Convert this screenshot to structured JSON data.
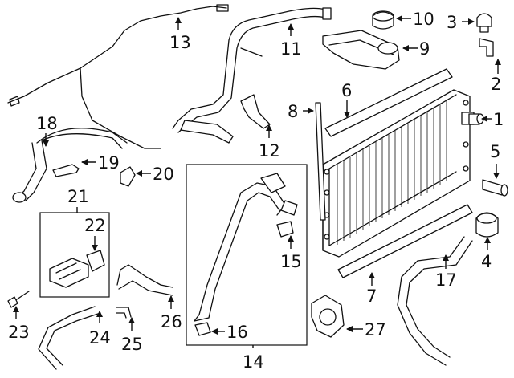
{
  "callouts": {
    "c1": "1",
    "c2": "2",
    "c3": "3",
    "c4": "4",
    "c5": "5",
    "c6": "6",
    "c7": "7",
    "c8": "8",
    "c9": "9",
    "c10": "10",
    "c11": "11",
    "c12": "12",
    "c13": "13",
    "c14": "14",
    "c15": "15",
    "c16": "16",
    "c17": "17",
    "c18": "18",
    "c19": "19",
    "c20": "20",
    "c21": "21",
    "c22": "22",
    "c23": "23",
    "c24": "24",
    "c25": "25",
    "c26": "26",
    "c27": "27"
  },
  "colors": {
    "line": "#111111",
    "background": "#ffffff"
  }
}
